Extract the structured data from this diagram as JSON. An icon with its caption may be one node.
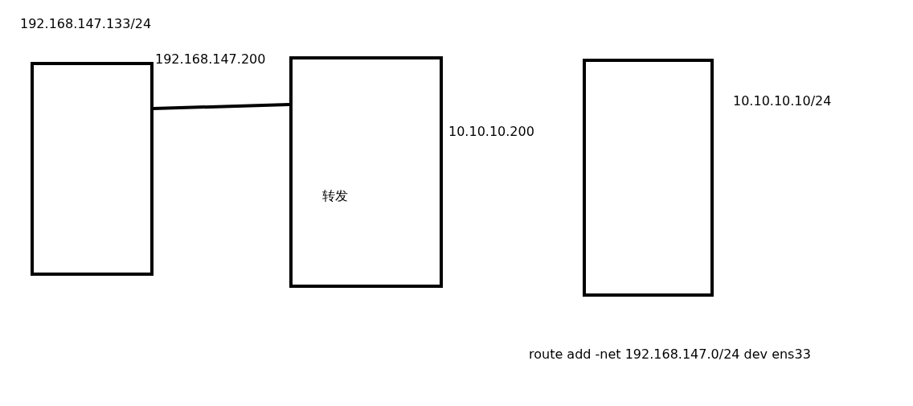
{
  "diagram": {
    "nodes": [
      {
        "text": [],
        "shape": "box",
        "beside": [
          "192.168.147.133/24"
        ]
      },
      {
        "text": [
          "转发"
        ],
        "beside": [
          "10.10.10.200"
        ]
      },
      {
        "text": [],
        "shape": "box",
        "beside": [
          "10.10.10.10/24"
        ]
      }
    ],
    "edges": [
      {
        "from": 0,
        "to": 1,
        "arrow": "none"
      }
    ],
    "labels": [
      "192.168.147.200",
      "route add -net 192.168.147.0/24 dev ens33"
    ]
  }
}
